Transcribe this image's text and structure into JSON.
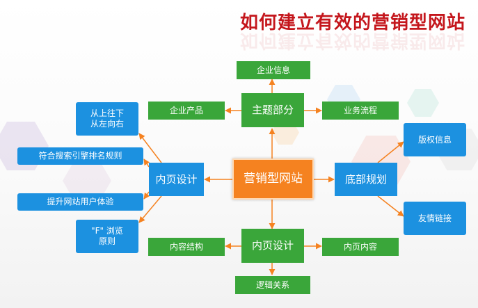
{
  "title": "如何建立有效的营销型网站",
  "center": {
    "label": "营销型网站"
  },
  "top_hub": {
    "label": "主题部分",
    "children": [
      "企业信息",
      "企业产品",
      "业务流程"
    ]
  },
  "bottom_hub": {
    "label": "内页设计",
    "children": [
      "内容结构",
      "内页内容",
      "逻辑关系"
    ]
  },
  "left_hub": {
    "label": "内页设计",
    "children": [
      "从上往下\n从左向右",
      "符合搜索引擎排名规则",
      "提升网站用户体验",
      "\"F\" 浏览\n原则"
    ]
  },
  "right_hub": {
    "label": "底部规划",
    "children": [
      "版权信息",
      "友情链接"
    ]
  },
  "colors": {
    "green": "#3aa63a",
    "blue": "#1c91e0",
    "orange": "#f58220",
    "title": "#c4161c",
    "arrow": "#f58220"
  }
}
